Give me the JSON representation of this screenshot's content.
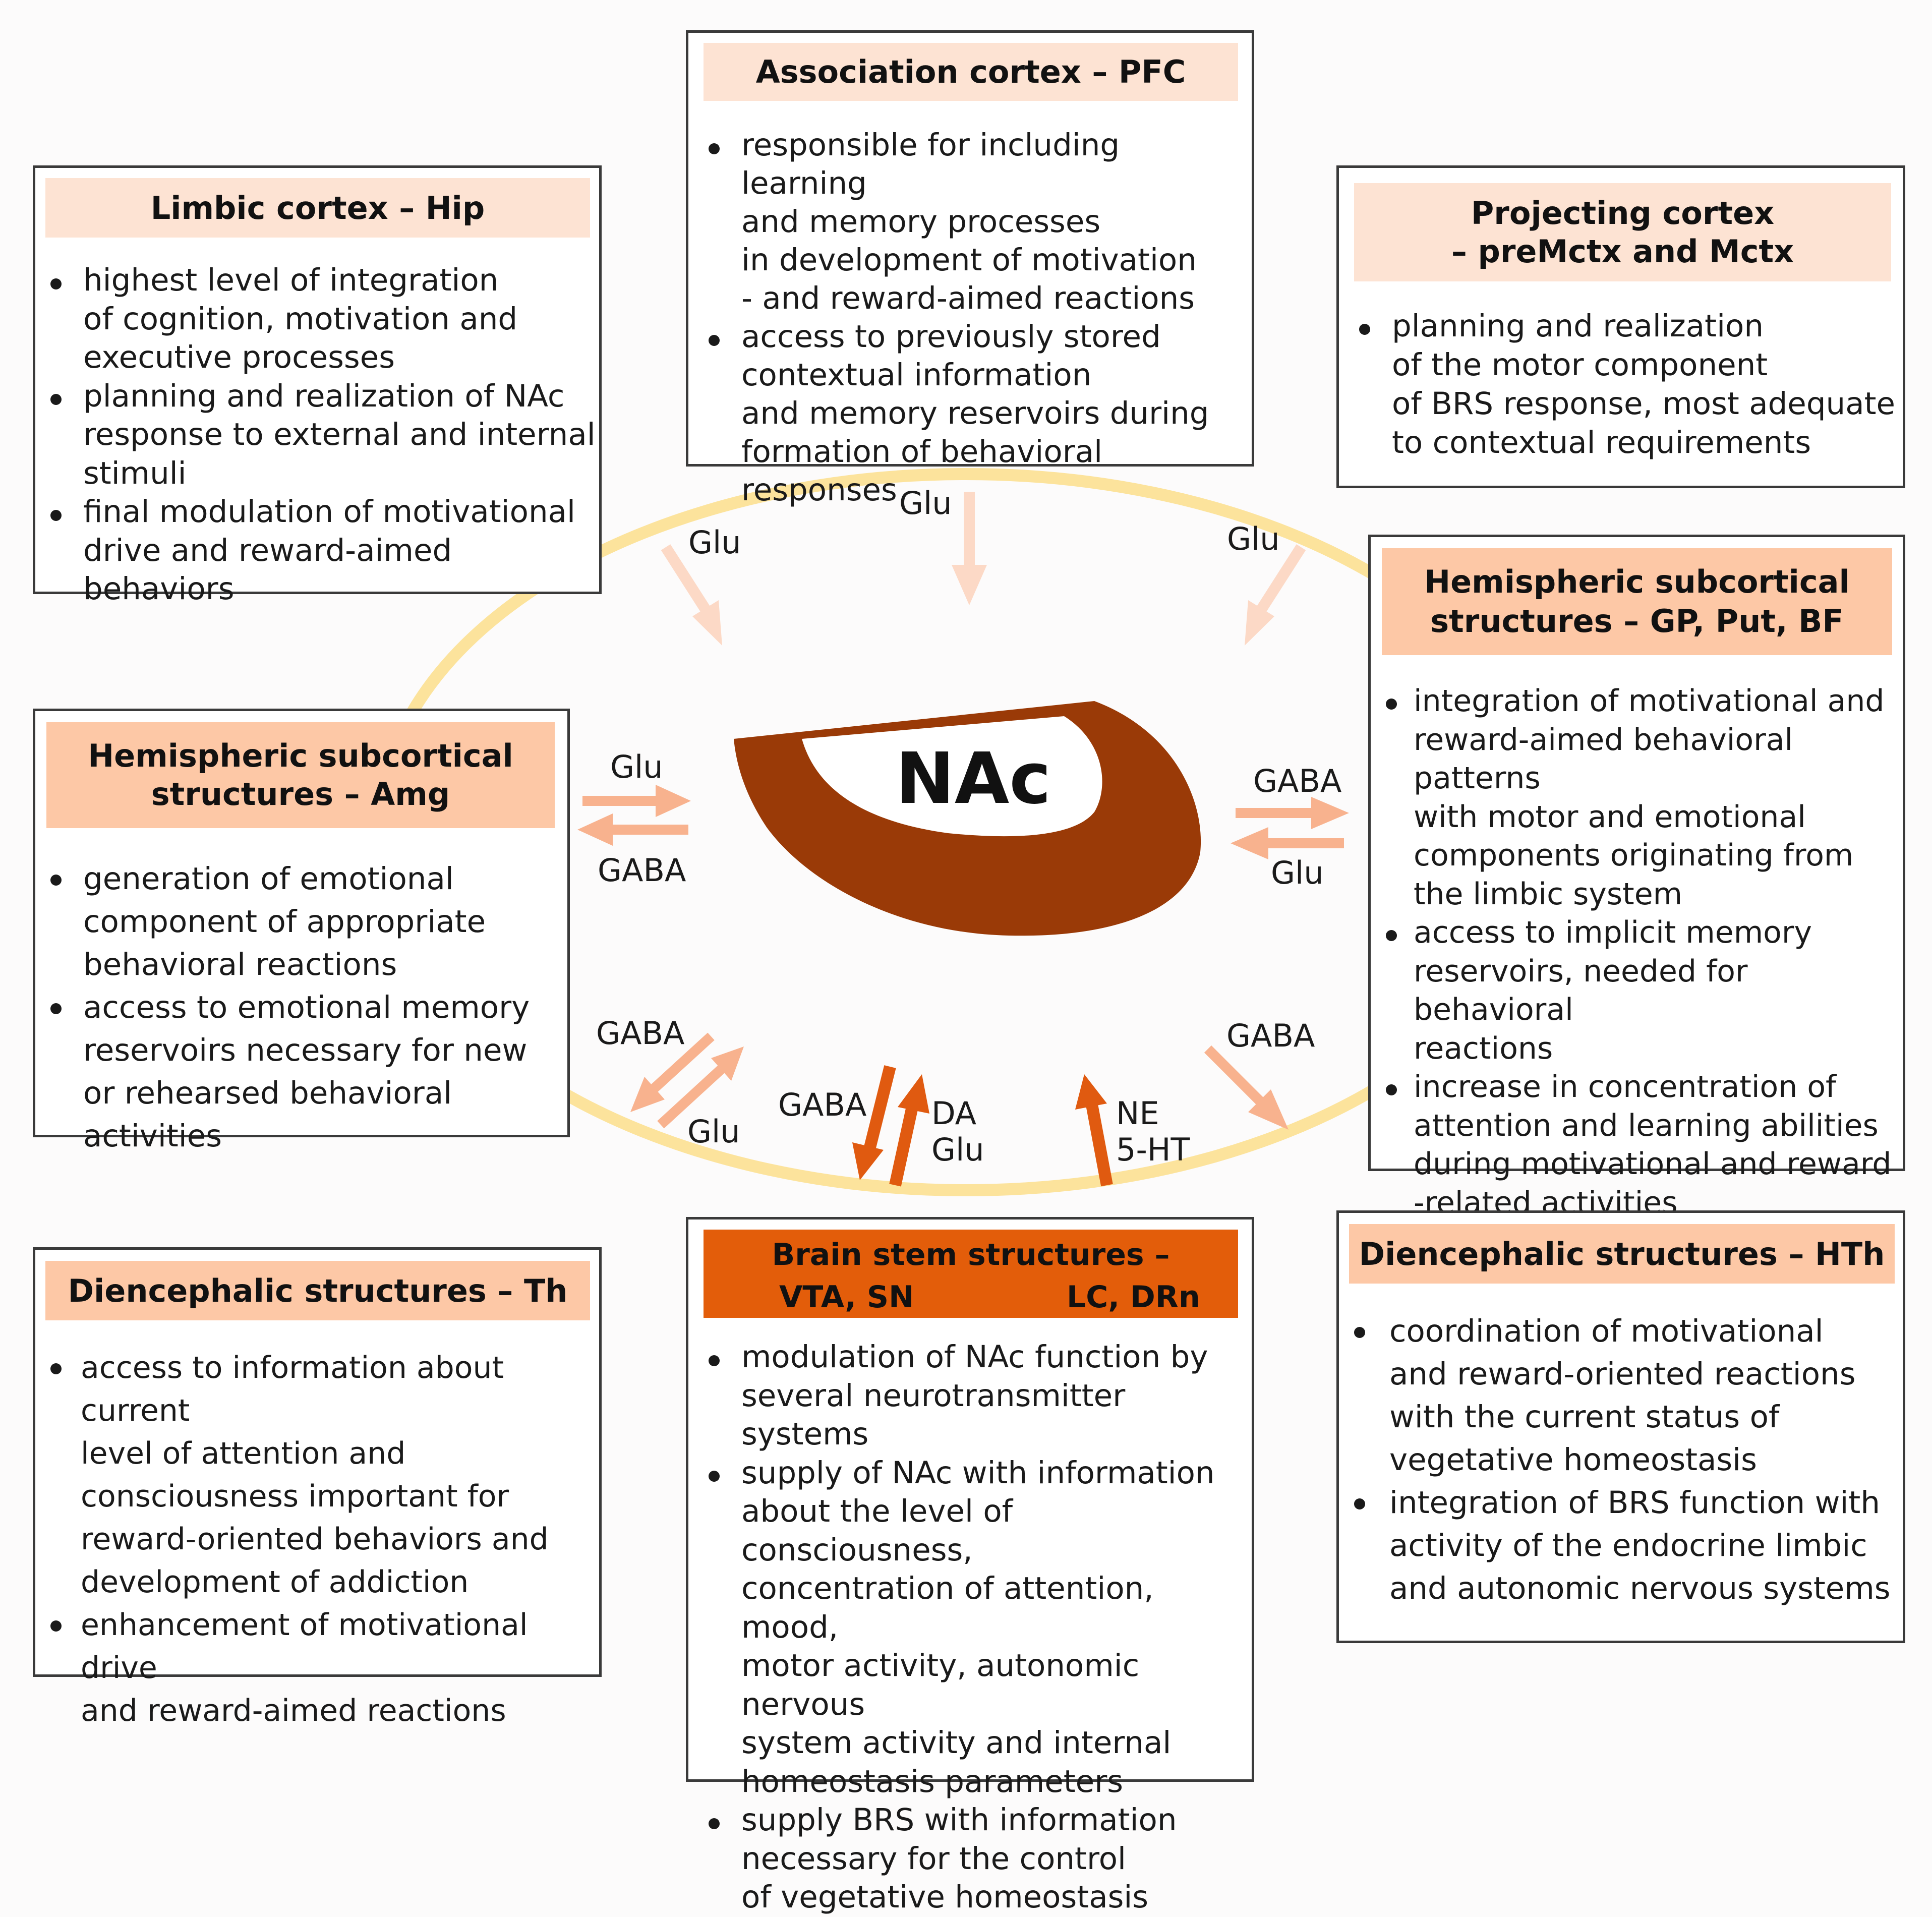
{
  "colors": {
    "ring": "#fce39c",
    "header_pale": "#fde3d3",
    "header_mid": "#fdc8a6",
    "header_dark": "#e35d0a",
    "arrow_pale": "#fcd9c6",
    "arrow_mid": "#f8b28e",
    "arrow_dark": "#e05a10",
    "nac_dark": "#9a3a07"
  },
  "center": {
    "label": "NAc"
  },
  "boxes": {
    "pfc": {
      "title": "Association cortex – PFC",
      "bullets": [
        "responsible for including learning\nand memory processes\nin development of motivation\n- and reward-aimed reactions",
        "access to previously stored\ncontextual information\nand memory reservoirs during\nformation of behavioral responses"
      ]
    },
    "hip": {
      "title": "Limbic cortex – Hip",
      "bullets": [
        "highest level of integration\nof cognition, motivation and\nexecutive processes",
        "planning and realization of NAc\nresponse to external and internal\nstimuli",
        "final modulation of motivational\ndrive and reward-aimed behaviors"
      ]
    },
    "mctx": {
      "title_line1": "Projecting cortex",
      "title_line2": "– preMctx and Mctx",
      "bullets": [
        "planning and realization\nof the motor component\nof BRS response, most adequate\nto contextual requirements"
      ]
    },
    "amg": {
      "title_line1": "Hemispheric subcortical",
      "title_line2": "structures – Amg",
      "bullets": [
        "generation of emotional\ncomponent of appropriate\nbehavioral reactions",
        "access to emotional memory\nreservoirs necessary for new\nor rehearsed behavioral activities"
      ]
    },
    "gp": {
      "title_line1": "Hemispheric subcortical",
      "title_line2": "structures – GP, Put, BF",
      "bullets": [
        "integration of motivational and\nreward-aimed behavioral patterns\nwith motor and emotional\ncomponents originating from\nthe limbic system",
        "access to implicit memory\nreservoirs, needed for behavioral\nreactions",
        "increase in concentration of\nattention and learning abilities\nduring motivational and reward\n-related activities"
      ]
    },
    "th": {
      "title": "Diencephalic structures – Th",
      "bullets": [
        "access to information about current\nlevel of attention and\nconsciousness important for\nreward-oriented behaviors and\ndevelopment of addiction",
        "enhancement of motivational drive\nand reward-aimed reactions"
      ]
    },
    "stem": {
      "title_line1": "Brain stem structures –",
      "title_left": "VTA, SN",
      "title_right": "LC, DRn",
      "bullets": [
        "modulation of NAc function by\nseveral neurotransmitter systems",
        "supply of NAc with information\nabout the level of consciousness,\nconcentration of attention, mood,\nmotor activity, autonomic nervous\nsystem activity and internal\nhomeostasis parameters",
        "supply BRS with information\nnecessary for the control\nof vegetative homeostasis"
      ]
    },
    "hth": {
      "title": "Diencephalic structures – HTh",
      "bullets": [
        "coordination of motivational\nand reward-oriented reactions\nwith the current status of\nvegetative homeostasis",
        "integration of BRS function with\nactivity of the endocrine limbic\nand autonomic nervous systems"
      ]
    }
  },
  "arrow_labels": {
    "top": "Glu",
    "top_left": "Glu",
    "top_right": "Glu",
    "amg_in": "Glu",
    "amg_out": "GABA",
    "gp_out": "GABA",
    "gp_in": "Glu",
    "th_out": "GABA",
    "th_in": "Glu",
    "vta_out": "GABA",
    "vta_in": "DA\nGlu",
    "lc_in": "NE\n5-HT",
    "hth_out": "GABA"
  }
}
